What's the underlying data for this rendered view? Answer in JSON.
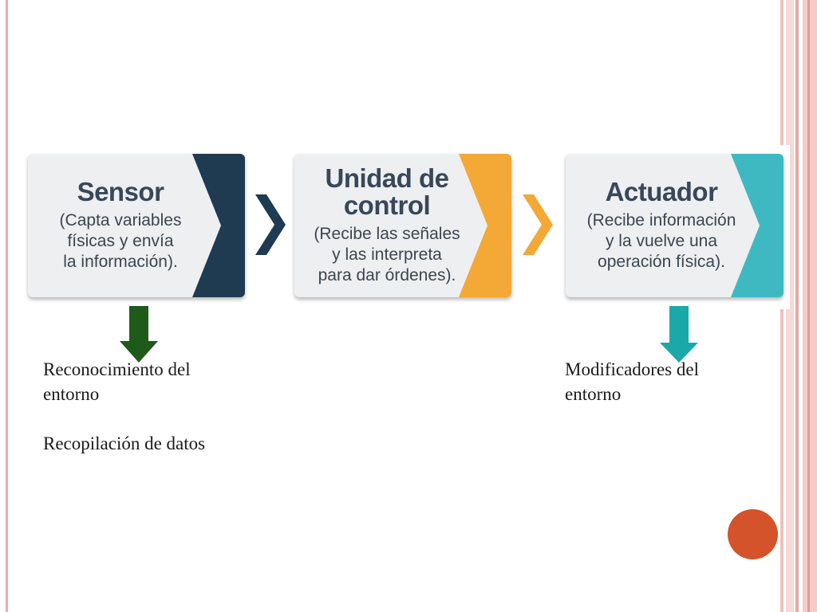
{
  "diagram": {
    "boxes": [
      {
        "title": "Sensor",
        "description": "(Capta variables\nfísicas y envía\nla información).",
        "accent": "#1e3b52"
      },
      {
        "title": "Unidad de\ncontrol",
        "description": "(Recibe las señales\ny las interpreta\npara dar órdenes).",
        "accent": "#f4a836"
      },
      {
        "title": "Actuador",
        "description": "(Recibe información\ny la vuelve una\noperación física).",
        "accent": "#3fb9c1"
      }
    ],
    "chevron_colors": [
      "#1e3b52",
      "#f4a836"
    ],
    "arrows": {
      "sensor_color": "#1e5a1a",
      "actuator_color": "#1aa9a8"
    }
  },
  "notes": {
    "sensor": "Reconocimiento del\nentorno\n\nRecopilación de datos",
    "actuator": "Modificadores del\nentorno"
  },
  "colors": {
    "slide_accent_circle": "#d4532a"
  }
}
